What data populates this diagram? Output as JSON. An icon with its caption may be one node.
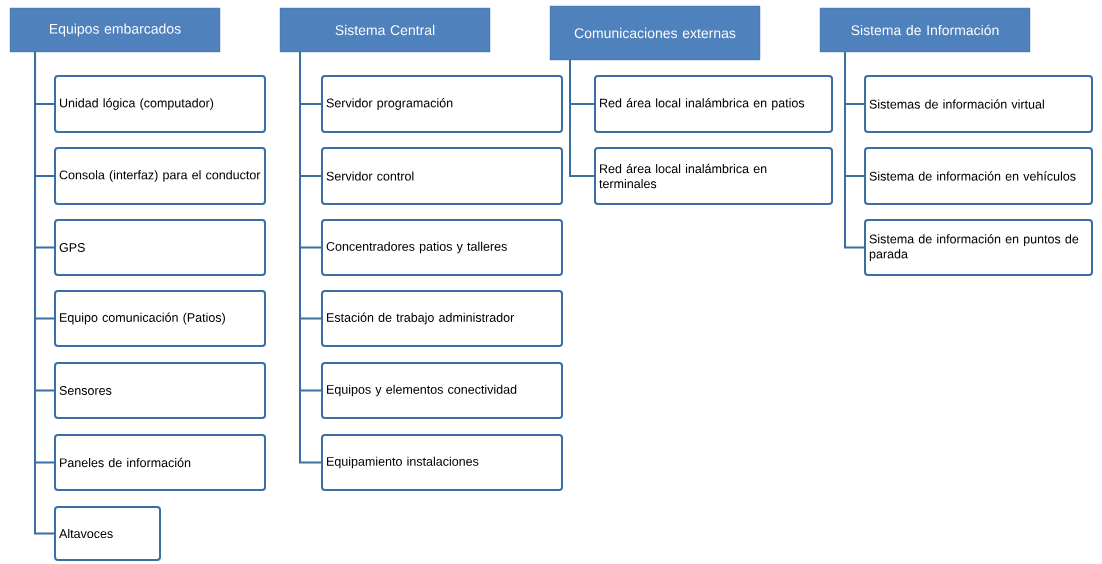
{
  "diagram": {
    "nodes": [
      {
        "text": [
          "Equipos embarcados"
        ]
      },
      {
        "text": [
          "Unidad lógica (computador)"
        ]
      },
      {
        "text": [
          "Consola (interfaz) para el conductor"
        ]
      },
      {
        "text": [
          "GPS"
        ]
      },
      {
        "text": [
          "Equipo comunicación (Patios)"
        ]
      },
      {
        "text": [
          "Sensores"
        ]
      },
      {
        "text": [
          "Paneles de información"
        ]
      },
      {
        "text": [
          "Altavoces"
        ]
      },
      {
        "text": [
          "Sistema Central"
        ]
      },
      {
        "text": [
          "Servidor programación"
        ]
      },
      {
        "text": [
          "Servidor control"
        ]
      },
      {
        "text": [
          "Concentradores patios y talleres"
        ]
      },
      {
        "text": [
          "Estación de trabajo administrador"
        ]
      },
      {
        "text": [
          "Equipos y elementos conectividad"
        ]
      },
      {
        "text": [
          "Equipamiento instalaciones"
        ]
      },
      {
        "text": [
          "Comunicaciones externas"
        ]
      },
      {
        "text": [
          "Red área local inalámbrica en patios"
        ]
      },
      {
        "text": [
          "Red área local inalámbrica en terminales"
        ]
      },
      {
        "text": [
          "Sistema de Información"
        ]
      },
      {
        "text": [
          "Sistemas de información virtual"
        ]
      },
      {
        "text": [
          "Sistema de información en vehículos"
        ]
      },
      {
        "text": [
          "Sistema de información en puntos de parada"
        ]
      }
    ],
    "edges": [
      {
        "from": 0,
        "to": 1,
        "arrow": "none"
      },
      {
        "from": 0,
        "to": 2,
        "arrow": "none"
      },
      {
        "from": 0,
        "to": 3,
        "arrow": "none"
      },
      {
        "from": 0,
        "to": 4,
        "arrow": "none"
      },
      {
        "from": 0,
        "to": 5,
        "arrow": "none"
      },
      {
        "from": 0,
        "to": 6,
        "arrow": "none"
      },
      {
        "from": 0,
        "to": 7,
        "arrow": "none"
      },
      {
        "from": 8,
        "to": 9,
        "arrow": "none"
      },
      {
        "from": 8,
        "to": 10,
        "arrow": "none"
      },
      {
        "from": 8,
        "to": 11,
        "arrow": "none"
      },
      {
        "from": 8,
        "to": 12,
        "arrow": "none"
      },
      {
        "from": 8,
        "to": 13,
        "arrow": "none"
      },
      {
        "from": 8,
        "to": 14,
        "arrow": "none"
      },
      {
        "from": 15,
        "to": 16,
        "arrow": "none"
      },
      {
        "from": 15,
        "to": 17,
        "arrow": "none"
      },
      {
        "from": 18,
        "to": 19,
        "arrow": "none"
      },
      {
        "from": 18,
        "to": 20,
        "arrow": "none"
      },
      {
        "from": 18,
        "to": 21,
        "arrow": "none"
      }
    ]
  }
}
